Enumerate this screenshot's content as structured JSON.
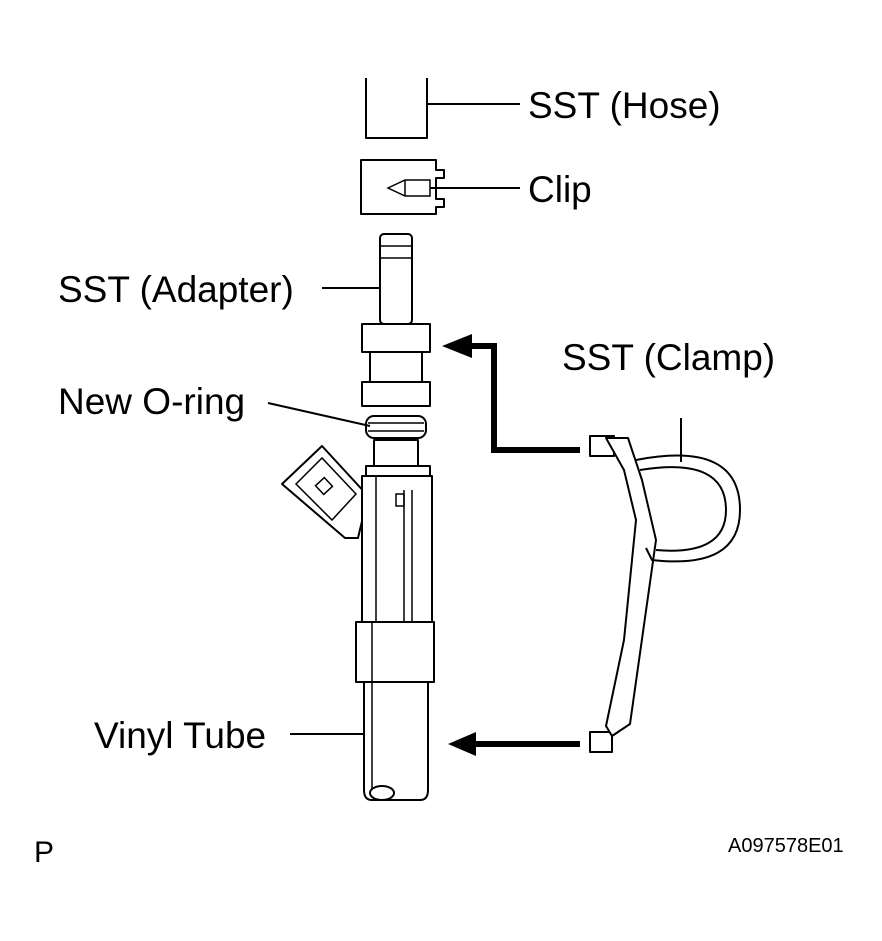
{
  "labels": {
    "hose": "SST (Hose)",
    "clip": "Clip",
    "adapter": "SST (Adapter)",
    "clamp": "SST (Clamp)",
    "oring": "New O-ring",
    "vinyl": "Vinyl Tube"
  },
  "footer": {
    "corner_letter": "P",
    "figure_id": "A097578E01"
  },
  "colors": {
    "line": "#000000",
    "background": "#ffffff"
  }
}
